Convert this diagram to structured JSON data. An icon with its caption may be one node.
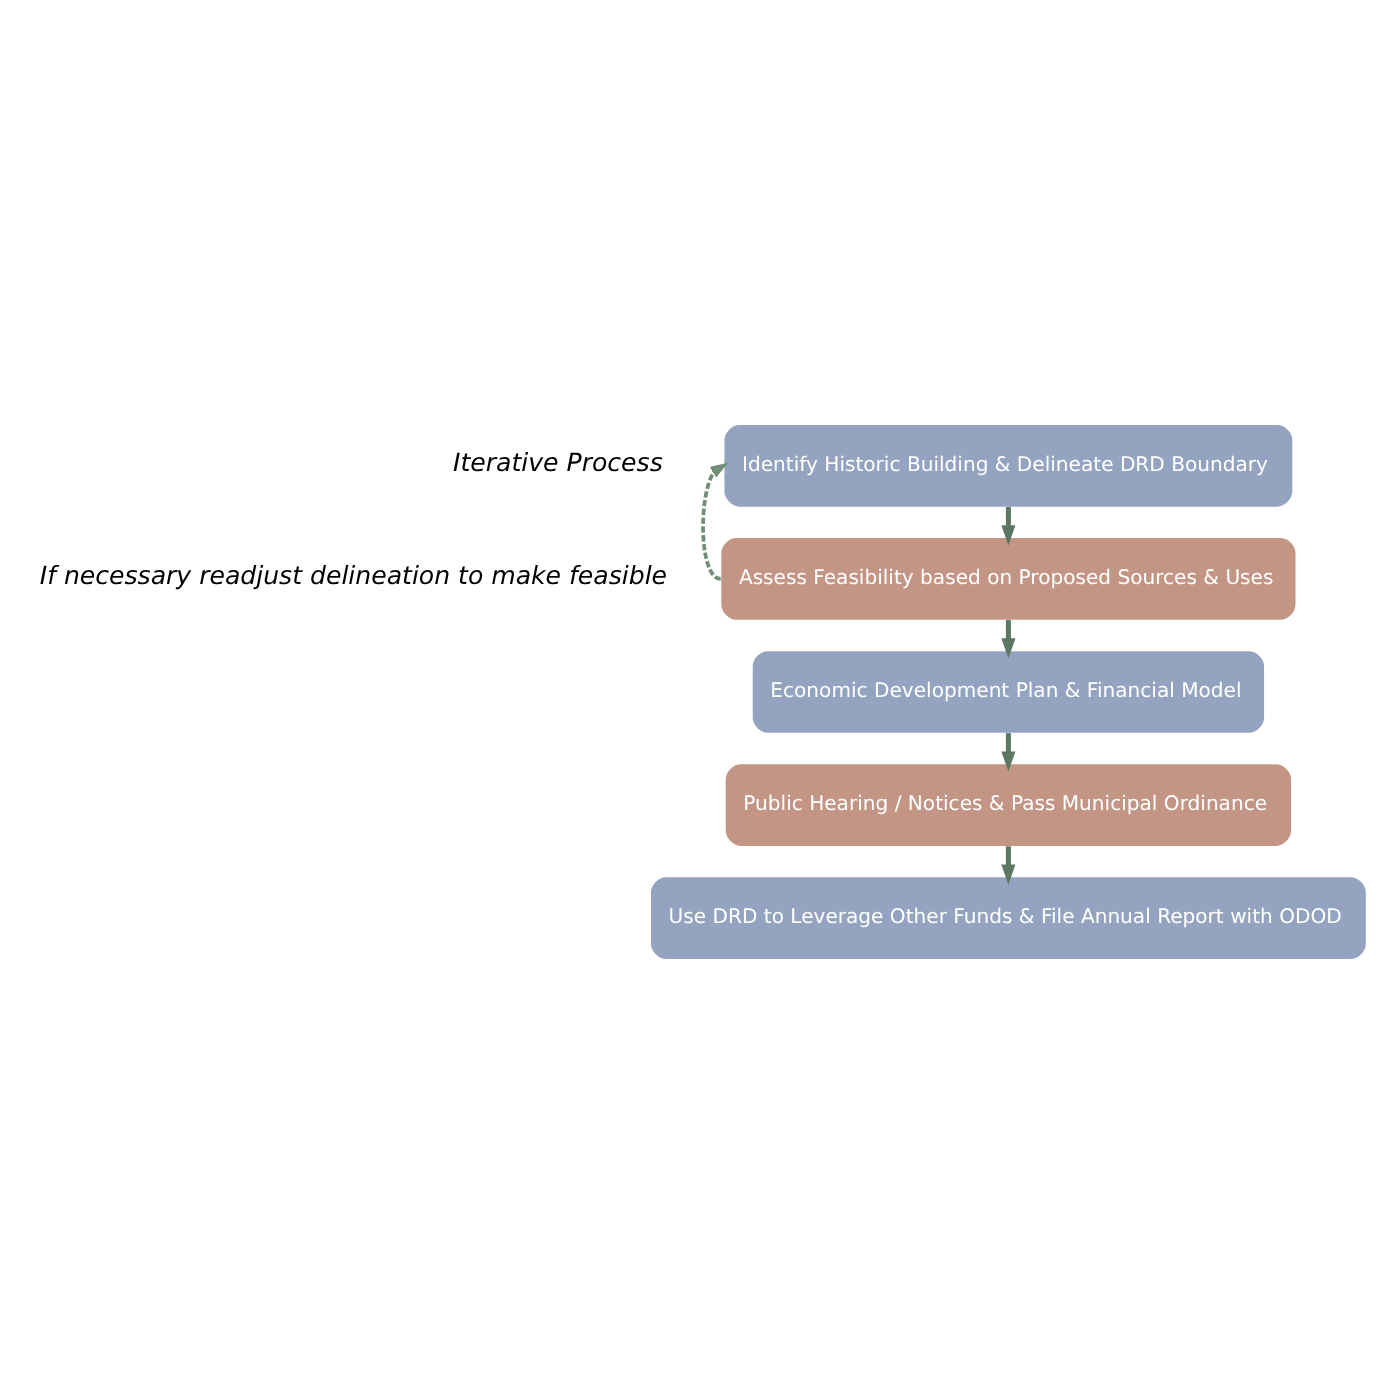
{
  "diagram": {
    "nodes": [
      {
        "text": [
          "Identify Historic Building & Delineate DRD Boundary"
        ]
      },
      {
        "text": [
          "Assess Feasibility based on Proposed Sources & Uses"
        ]
      },
      {
        "text": [
          "Economic Development Plan & Financial Model"
        ]
      },
      {
        "text": [
          "Public Hearing / Notices & Pass Municipal Ordinance"
        ]
      },
      {
        "text": [
          "Use DRD to Leverage Other Funds & File Annual Report with ODOD"
        ]
      }
    ],
    "edges": [
      {
        "from": 0,
        "to": 1,
        "arrow": "to"
      },
      {
        "from": 1,
        "to": 2,
        "arrow": "to"
      },
      {
        "from": 2,
        "to": 3,
        "arrow": "to"
      },
      {
        "from": 3,
        "to": 4,
        "arrow": "to"
      },
      {
        "from": 1,
        "to": 0,
        "arrow": "to",
        "style": "dashed",
        "color": "#6f8f76"
      }
    ],
    "labels": [
      "Iterative Process",
      "If necessary readjust delineation to make feasible"
    ]
  }
}
